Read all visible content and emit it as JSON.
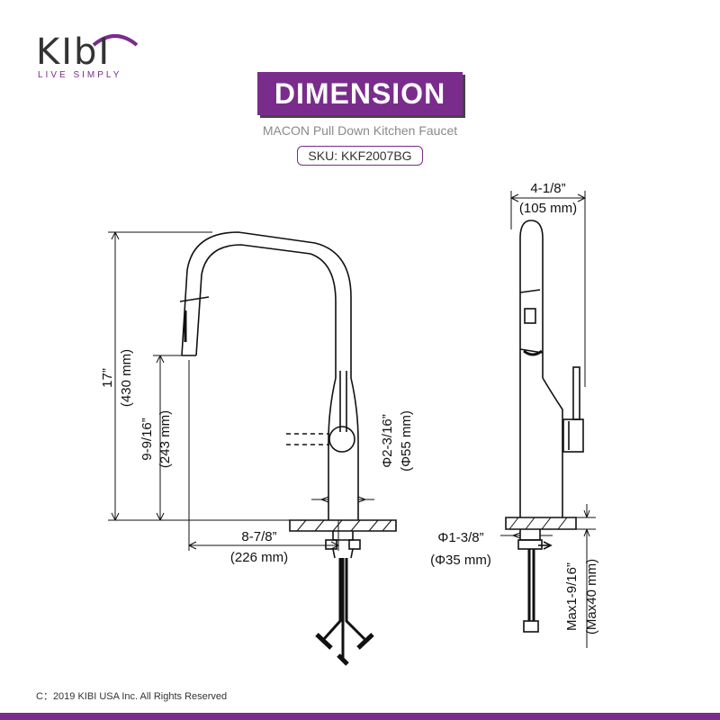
{
  "brand": {
    "name": "KIbI",
    "tagline": "LIVE SIMPLY"
  },
  "title": "DIMENSION",
  "product_name": "MACON Pull Down Kitchen Faucet",
  "sku": "SKU: KKF2007BG",
  "colors": {
    "accent": "#7a2c8c",
    "line": "#111111"
  },
  "dimensions": {
    "height_in": "17”",
    "height_mm": "(430 mm)",
    "spout_height_in": "9-9/16”",
    "spout_height_mm": "(243 mm)",
    "reach_in": "8-7/8”",
    "reach_mm": "(226 mm)",
    "base_in": "Φ2-3/16”",
    "base_mm": "(Φ55 mm)",
    "width_in": "4-1/8”",
    "width_mm": "(105 mm)",
    "hole_in": "Φ1-3/8”",
    "hole_mm": "(Φ35 mm)",
    "deck_in": "Max1-9/16”",
    "deck_mm": "(Max40 mm)"
  },
  "footer": "C：2019 KIBI USA Inc. All Rights Reserved"
}
